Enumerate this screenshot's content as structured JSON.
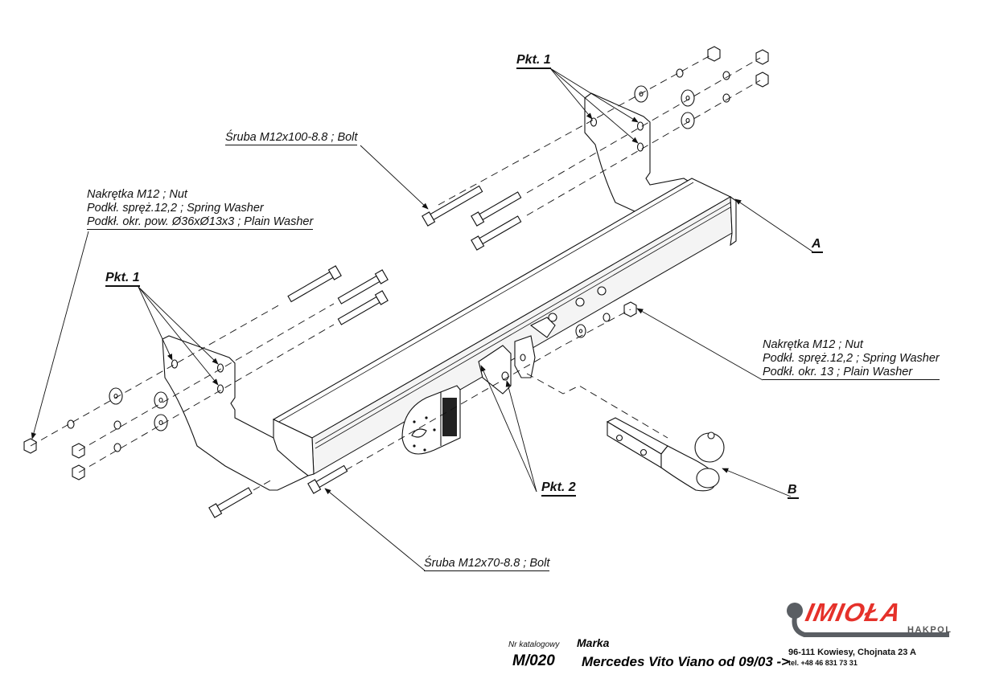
{
  "diagram": {
    "callouts": {
      "pkt1_top": "Pkt. 1",
      "pkt1_left": "Pkt. 1",
      "pkt2": "Pkt. 2",
      "part_a": "A",
      "part_b": "B"
    },
    "labels": {
      "bolt_m12x100": "Śruba M12x100-8.8 ;  Bolt",
      "bolt_m12x70": "Śruba M12x70-8.8 ;  Bolt",
      "left_hardware": [
        "Nakrętka  M12 ; Nut",
        "Podkł. spręż.12,2 ; Spring Washer",
        "Podkł. okr. pow.  Ø36xØ13x3 ; Plain Washer"
      ],
      "right_hardware": [
        "Nakrętka  M12 ; Nut",
        "Podkł. spręż.12,2 ; Spring Washer",
        "Podkł. okr. 13 ; Plain Washer"
      ]
    }
  },
  "footer": {
    "catalog_label": "Nr katalogowy",
    "catalog_number": "M/020",
    "brand_label": "Marka",
    "vehicle": "Mercedes Vito Viano od 09/03 ->",
    "address": "96-111 Kowiesy, Chojnata 23 A",
    "phone": "tel. +48 46 831 73 31"
  },
  "logo": {
    "name": "IMIOŁA",
    "subtitle": "HAKPOL",
    "brand_color": "#e5312a",
    "ball_color": "#5a5e63"
  }
}
